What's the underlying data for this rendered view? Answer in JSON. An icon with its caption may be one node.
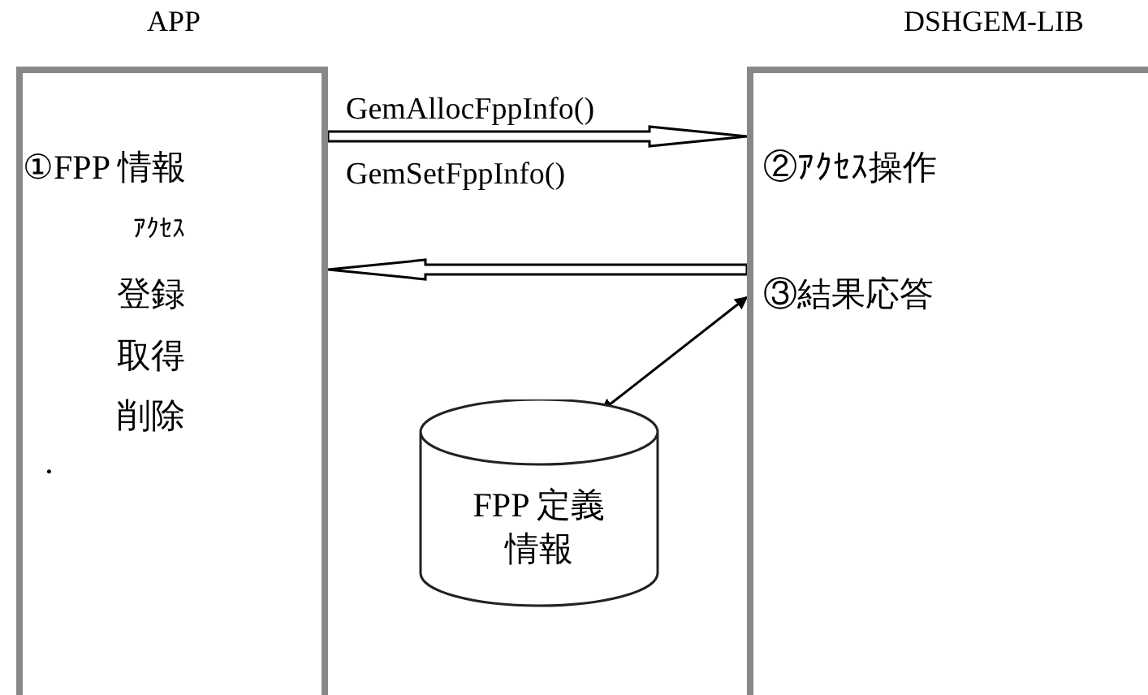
{
  "diagram": {
    "nodes": [
      {
        "text": [
          "APP",
          "①FPP 情報",
          "ｱｸｾｽ",
          "登録",
          "取得",
          "削除",
          "・"
        ]
      },
      {
        "text": [
          "DSHGEM-LIB",
          "②ｱｸｾｽ操作",
          "③結果応答"
        ]
      },
      {
        "text": [
          "FPP 定義情報"
        ]
      }
    ],
    "edges": [
      {
        "from": 0,
        "to": 1,
        "arrow": "to",
        "label": "GemAllocFppInfo()"
      },
      {
        "from": 1,
        "to": 0,
        "arrow": "to"
      },
      {
        "from": 1,
        "to": 2,
        "arrow": "both"
      }
    ],
    "labels": [
      "GemSetFppInfo()"
    ]
  }
}
